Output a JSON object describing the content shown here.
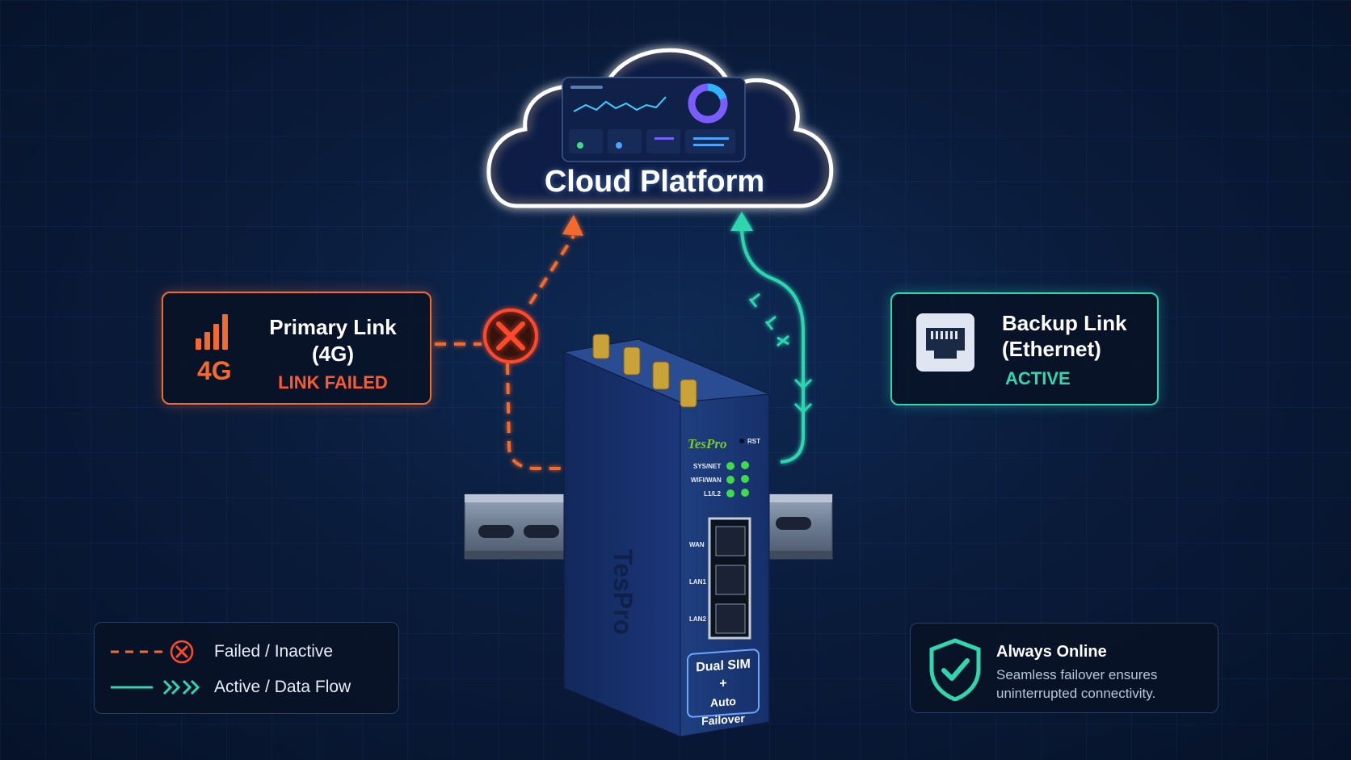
{
  "cloud": {
    "label": "Cloud Platform"
  },
  "primary": {
    "title_line1": "Primary Link",
    "title_line2": "(4G)",
    "tech": "4G",
    "status": "LINK FAILED",
    "color": "#f26a2e"
  },
  "backup": {
    "title_line1": "Backup Link",
    "title_line2": "(Ethernet)",
    "status": "ACTIVE",
    "color": "#2fd6b0"
  },
  "device": {
    "brand": "TesPro",
    "reset_label": "RST",
    "led_labels": [
      "SYS/NET",
      "WIFI/WAN",
      "L1/L2"
    ],
    "port_labels": [
      "WAN",
      "LAN1",
      "LAN2"
    ],
    "badge_line1": "Dual SIM",
    "badge_line2": "+",
    "badge_line3": "Auto Failover"
  },
  "legend": {
    "items": [
      {
        "label": "Failed / Inactive",
        "icon": "x-circle-icon",
        "color": "#f26a2e"
      },
      {
        "label": "Active / Data Flow",
        "icon": "double-chevron-icon",
        "color": "#2fd6b0"
      }
    ]
  },
  "always_online": {
    "title": "Always Online",
    "subtitle": "Seamless failover ensures uninterrupted connectivity.",
    "icon": "shield-check-icon"
  }
}
